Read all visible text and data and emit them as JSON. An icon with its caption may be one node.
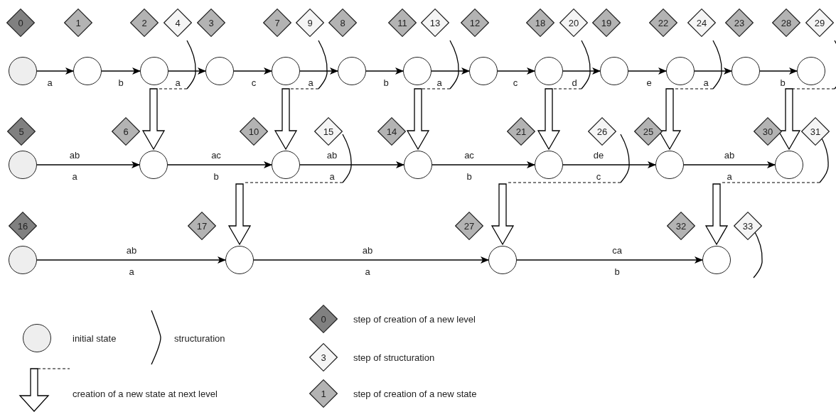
{
  "diagram": {
    "nodes": [
      {
        "text": [
          "0"
        ]
      },
      {
        "text": [
          "1"
        ]
      },
      {
        "text": [
          "2"
        ]
      },
      {
        "text": [
          "4"
        ]
      },
      {
        "text": [
          "3"
        ]
      },
      {
        "text": [
          "7"
        ]
      },
      {
        "text": [
          "9"
        ]
      },
      {
        "text": [
          "8"
        ]
      },
      {
        "text": [
          "11"
        ]
      },
      {
        "text": [
          "13"
        ]
      },
      {
        "text": [
          "12"
        ]
      },
      {
        "text": [
          "18"
        ]
      },
      {
        "text": [
          "20"
        ]
      },
      {
        "text": [
          "19"
        ]
      },
      {
        "text": [
          "22"
        ]
      },
      {
        "text": [
          "24"
        ]
      },
      {
        "text": [
          "23"
        ]
      },
      {
        "text": [
          "28"
        ]
      },
      {
        "text": [
          "29"
        ]
      },
      {
        "text": [],
        "shape": "circle"
      },
      {
        "text": [],
        "shape": "circle"
      },
      {
        "text": [],
        "shape": "circle"
      },
      {
        "text": [],
        "shape": "circle"
      },
      {
        "text": [],
        "shape": "circle"
      },
      {
        "text": [],
        "shape": "circle"
      },
      {
        "text": [],
        "shape": "circle"
      },
      {
        "text": [],
        "shape": "circle"
      },
      {
        "text": [],
        "shape": "circle"
      },
      {
        "text": [],
        "shape": "circle"
      },
      {
        "text": [],
        "shape": "circle"
      },
      {
        "text": [],
        "shape": "circle"
      },
      {
        "text": [],
        "shape": "circle"
      },
      {
        "text": [
          "5"
        ]
      },
      {
        "text": [
          "6"
        ]
      },
      {
        "text": [
          "10"
        ]
      },
      {
        "text": [
          "15"
        ]
      },
      {
        "text": [
          "14"
        ]
      },
      {
        "text": [
          "21"
        ]
      },
      {
        "text": [
          "26"
        ]
      },
      {
        "text": [
          "25"
        ]
      },
      {
        "text": [
          "30"
        ]
      },
      {
        "text": [
          "31"
        ]
      },
      {
        "text": [],
        "shape": "circle"
      },
      {
        "text": [],
        "shape": "circle"
      },
      {
        "text": [],
        "shape": "circle"
      },
      {
        "text": [],
        "shape": "circle"
      },
      {
        "text": [],
        "shape": "circle"
      },
      {
        "text": [],
        "shape": "circle"
      },
      {
        "text": [],
        "shape": "circle"
      },
      {
        "text": [
          "16"
        ]
      },
      {
        "text": [
          "17"
        ]
      },
      {
        "text": [
          "27"
        ]
      },
      {
        "text": [
          "32"
        ]
      },
      {
        "text": [
          "33"
        ]
      },
      {
        "text": [],
        "shape": "circle"
      },
      {
        "text": [],
        "shape": "circle"
      },
      {
        "text": [],
        "shape": "circle"
      },
      {
        "text": [],
        "shape": "circle"
      }
    ],
    "edges": [
      {
        "from": 19,
        "to": 20,
        "arrow": "to",
        "label": "a"
      },
      {
        "from": 20,
        "to": 21,
        "arrow": "to",
        "label": "b"
      },
      {
        "from": 21,
        "to": 22,
        "arrow": "to",
        "label": "a"
      },
      {
        "from": 22,
        "to": 23,
        "arrow": "to",
        "label": "c"
      },
      {
        "from": 23,
        "to": 24,
        "arrow": "to",
        "label": "a"
      },
      {
        "from": 24,
        "to": 25,
        "arrow": "to",
        "label": "b"
      },
      {
        "from": 25,
        "to": 26,
        "arrow": "to",
        "label": "a"
      },
      {
        "from": 26,
        "to": 27,
        "arrow": "to",
        "label": "c"
      },
      {
        "from": 27,
        "to": 28,
        "arrow": "to",
        "label": "d"
      },
      {
        "from": 28,
        "to": 29,
        "arrow": "to",
        "label": "e"
      },
      {
        "from": 29,
        "to": 30,
        "arrow": "to",
        "label": "a"
      },
      {
        "from": 30,
        "to": 31,
        "arrow": "to",
        "label": "b"
      },
      {
        "from": 42,
        "to": 43,
        "arrow": "to",
        "label": "ab"
      },
      {
        "from": 43,
        "to": 44,
        "arrow": "to",
        "label": "ac"
      },
      {
        "from": 44,
        "to": 45,
        "arrow": "to",
        "label": "ab"
      },
      {
        "from": 45,
        "to": 46,
        "arrow": "to",
        "label": "ac"
      },
      {
        "from": 46,
        "to": 47,
        "arrow": "to",
        "label": "de"
      },
      {
        "from": 47,
        "to": 48,
        "arrow": "to",
        "label": "ab"
      },
      {
        "from": 54,
        "to": 55,
        "arrow": "to",
        "label": "ab"
      },
      {
        "from": 55,
        "to": 56,
        "arrow": "to",
        "label": "ab"
      },
      {
        "from": 56,
        "to": 57,
        "arrow": "to",
        "label": "ca"
      },
      {
        "from": null,
        "to": 43,
        "arrow": "to",
        "style": "thick"
      },
      {
        "from": null,
        "to": 44,
        "arrow": "to",
        "style": "thick"
      },
      {
        "from": null,
        "to": 45,
        "arrow": "to",
        "style": "thick"
      },
      {
        "from": null,
        "to": 46,
        "arrow": "to",
        "style": "thick"
      },
      {
        "from": null,
        "to": 47,
        "arrow": "to",
        "style": "thick"
      },
      {
        "from": null,
        "to": 48,
        "arrow": "to",
        "style": "thick"
      },
      {
        "from": null,
        "to": 55,
        "arrow": "to",
        "style": "thick"
      },
      {
        "from": null,
        "to": 56,
        "arrow": "to",
        "style": "thick"
      },
      {
        "from": null,
        "to": 57,
        "arrow": "to",
        "style": "thick"
      }
    ],
    "labels": [
      "a",
      "b",
      "a",
      "b",
      "c",
      "a",
      "a",
      "a",
      "b",
      "0",
      "3",
      "1"
    ],
    "legend": [
      {
        "text": "initial state",
        "color": "#eeeeee"
      },
      {
        "text": "structuration"
      },
      {
        "text": "creation of a new state at next level"
      },
      {
        "text": "step of creation of a new level",
        "color": "#808080"
      },
      {
        "text": "step of structuration",
        "color": "#f5f5f5"
      },
      {
        "text": "step of creation of a new state",
        "color": "#b3b3b3"
      }
    ]
  }
}
